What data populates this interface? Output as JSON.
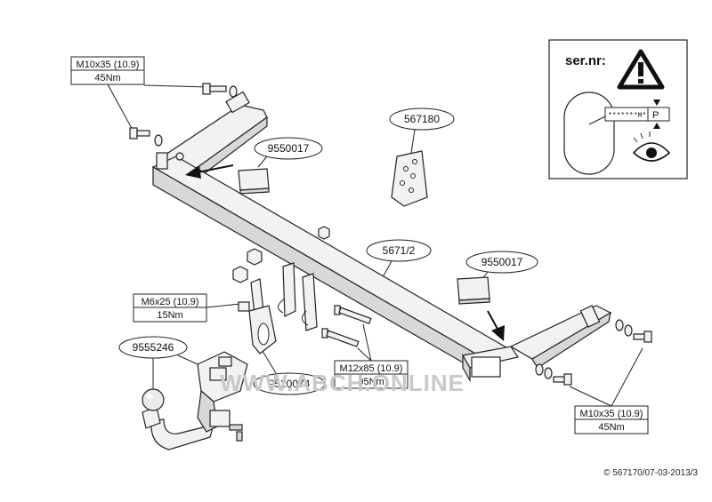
{
  "labels": {
    "bolt_top_left_size": "M10x35 (10.9)",
    "bolt_top_left_torque": "45Nm",
    "plate_left": "9550017",
    "plate_right": "9550017",
    "bracket_part": "567180",
    "crossbar_part": "5671/2",
    "bolt_m6_size": "M6x25 (10.9)",
    "bolt_m6_torque": "15Nm",
    "ball_part": "9555246",
    "socket_part": "9520074",
    "bolt_m12_size": "M12x85 (10.9)",
    "bolt_m12_torque": "95Nm",
    "bolt_bottom_right_size": "M10x35 (10.9)",
    "bolt_bottom_right_torque": "45Nm"
  },
  "serial_box": {
    "title": "ser.nr:",
    "plate_text": "*******M*",
    "plate_suffix": "P"
  },
  "watermark": "WWW.ABCH.ONLINE",
  "copyright": "© 567170/07-03-2013/3",
  "icons": [
    "warning-triangle-icon",
    "eye-icon",
    "towball-icon",
    "bolt-icon",
    "nut-icon"
  ]
}
